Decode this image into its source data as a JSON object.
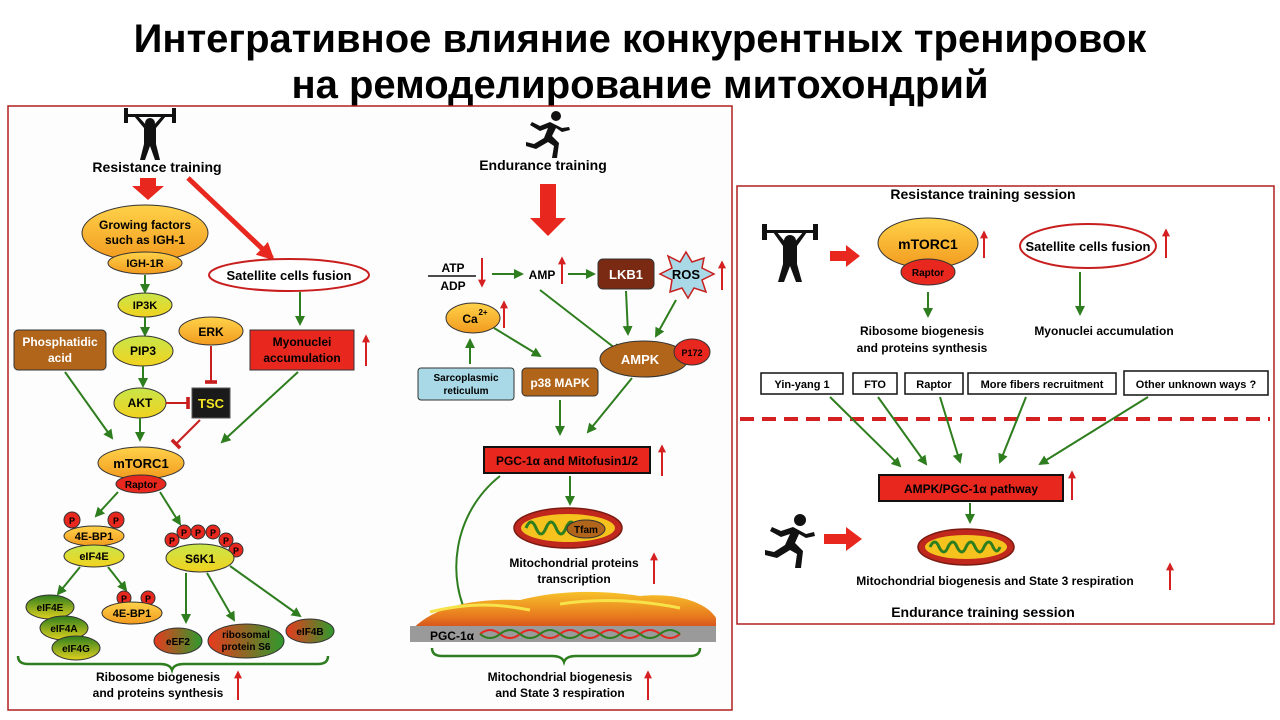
{
  "title": {
    "line1": "Интегративное влияние конкурентных тренировок",
    "line2": "на ремоделирование митохондрий"
  },
  "colors": {
    "red": "#e8281e",
    "orange": "#f5a623",
    "green": "#2e7d1e",
    "brown": "#b0651a",
    "light_blue": "#a9d8e6",
    "dark_red_border": "#a01010",
    "dashed_red": "#d42020"
  },
  "left_panel": {
    "resistance": {
      "label": "Resistance training",
      "growing_factors": [
        "Growing factors",
        "such as IGH-1"
      ],
      "igh1r": "IGH-1R",
      "ip3k": "IP3K",
      "pip3": "PIP3",
      "akt": "AKT",
      "phosphatidic_acid": [
        "Phosphatidic",
        "acid"
      ],
      "erk": "ERK",
      "tsc": "TSC",
      "satellite": "Satellite cells fusion",
      "myonuclei": [
        "Myonuclei",
        "accumulation"
      ],
      "mtorc1": "mTORC1",
      "raptor": "Raptor",
      "p": "P",
      "ebp1_top": "4E-BP1",
      "eif4e_top": "eIF4E",
      "s6k1": "S6K1",
      "eif4e": "eIF4E",
      "eif4a": "eIF4A",
      "eif4g": "eIF4G",
      "ebp1_free": "4E-BP1",
      "eef2": "eEF2",
      "ribosomal": [
        "ribosomal",
        "protein S6"
      ],
      "eif4b": "eIF4B",
      "outcome": [
        "Ribosome biogenesis",
        "and proteins synthesis"
      ]
    },
    "endurance": {
      "label": "Endurance training",
      "atp": "ATP",
      "adp": "ADP",
      "amp": "AMP",
      "lkb1": "LKB1",
      "ros": "ROS",
      "ca": "Ca",
      "ca_sup": "2+",
      "sarcoplasmic": [
        "Sarcoplasmic",
        "reticulum"
      ],
      "p38": "p38 MAPK",
      "ampk": "AMPK",
      "p172": "P172",
      "pgc_box": "PGC-1α and Mitofusin1/2",
      "tfam": "Tfam",
      "mito_transcription": [
        "Mitochondrial proteins",
        "transcription"
      ],
      "pgc_dna": "PGC-1α",
      "outcome": [
        "Mitochondrial biogenesis",
        "and State 3 respiration"
      ]
    }
  },
  "right_panel": {
    "session_title_top": "Resistance training session",
    "mtorc1": "mTORC1",
    "raptor": "Raptor",
    "satellite": "Satellite cells fusion",
    "ribosome": [
      "Ribosome biogenesis",
      "and proteins synthesis"
    ],
    "myonuclei": "Myonuclei accumulation",
    "factors": [
      "Yin-yang 1",
      "FTO",
      "Raptor",
      "More fibers recruitment",
      "Other unknown ways ?"
    ],
    "ampk_pathway": "AMPK/PGC-1α pathway",
    "mito_resp": "Mitochondrial biogenesis and State 3 respiration",
    "session_title_bottom": "Endurance training session"
  }
}
